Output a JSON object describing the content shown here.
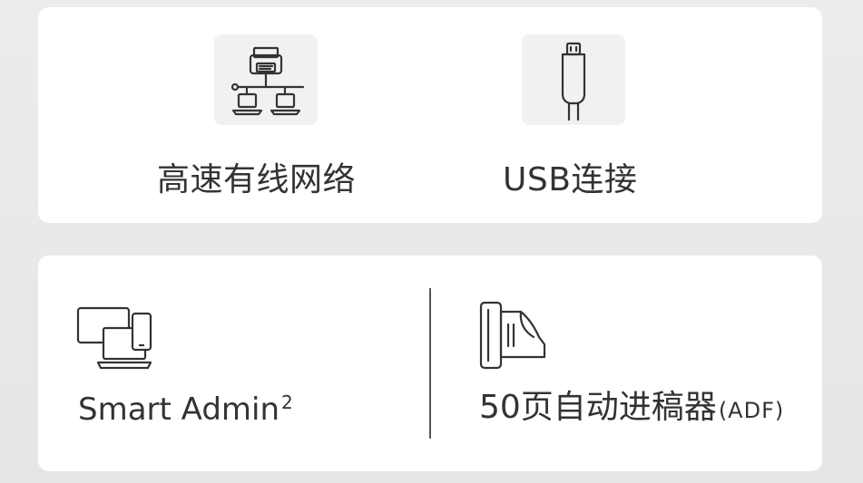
{
  "features_top": {
    "network": {
      "label": "高速有线网络",
      "icon": "network-printer-icon"
    },
    "usb": {
      "label": "USB连接",
      "icon": "usb-cable-icon"
    }
  },
  "features_bottom": {
    "admin": {
      "label": "Smart Admin",
      "superscript": "2",
      "icon": "multi-device-icon"
    },
    "adf": {
      "label": "50页自动进稿器",
      "suffix": "(ADF)",
      "icon": "document-feeder-icon"
    }
  },
  "colors": {
    "text": "#333333",
    "card": "#ffffff",
    "background": "#e8e8e8",
    "icon_tile": "#f1f1f1"
  }
}
